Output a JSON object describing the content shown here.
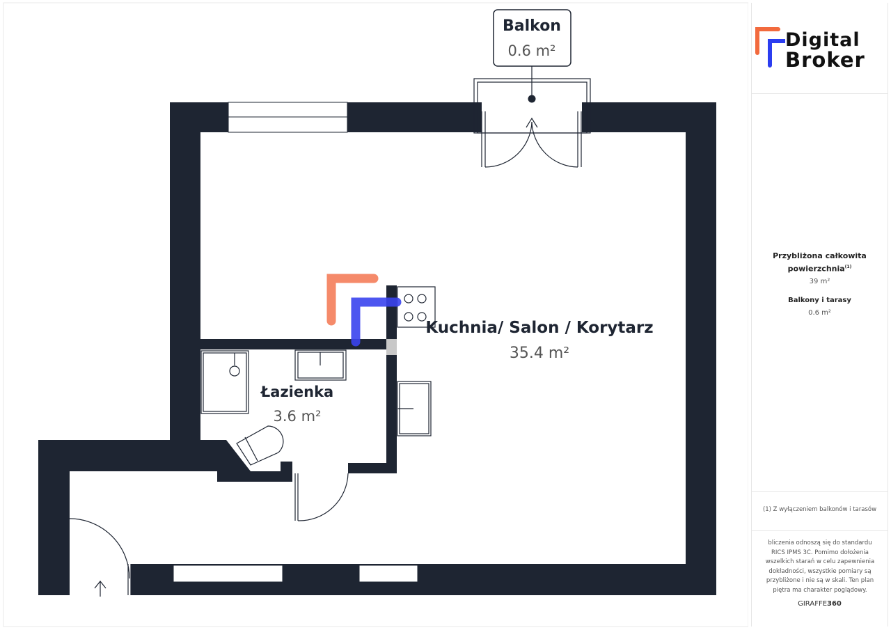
{
  "rooms": {
    "balcony": {
      "name": "Balkon",
      "area": "0.6 m²"
    },
    "living": {
      "name": "Kuchnia/ Salon / Korytarz",
      "area": "35.4 m²"
    },
    "bathroom": {
      "name": "Łazienka",
      "area": "3.6 m²"
    }
  },
  "brand": {
    "line1": "Digital",
    "line2": "Broker",
    "accent_orange": "#f26a3d",
    "accent_blue": "#2b3df0"
  },
  "summary": {
    "total_label": "Przybliżona całkowita powierzchnia",
    "total_footnote": "(1)",
    "total_value": "39 m²",
    "balcony_label": "Balkony i tarasy",
    "balcony_value": "0.6 m²"
  },
  "footnote": "(1) Z wyłączeniem balkonów i tarasów",
  "disclaimer": "bliczenia odnoszą się do standardu RICS IPMS 3C. Pomimo dołożenia wszelkich starań w celu zapewnienia dokładności, wszystkie pomiary są przybliżone i nie są w skali. Ten plan piętra ma charakter poglądowy.",
  "credit": {
    "part1": "GIRAFFE",
    "part2": "360"
  },
  "colors": {
    "wall": "#1e2532"
  }
}
